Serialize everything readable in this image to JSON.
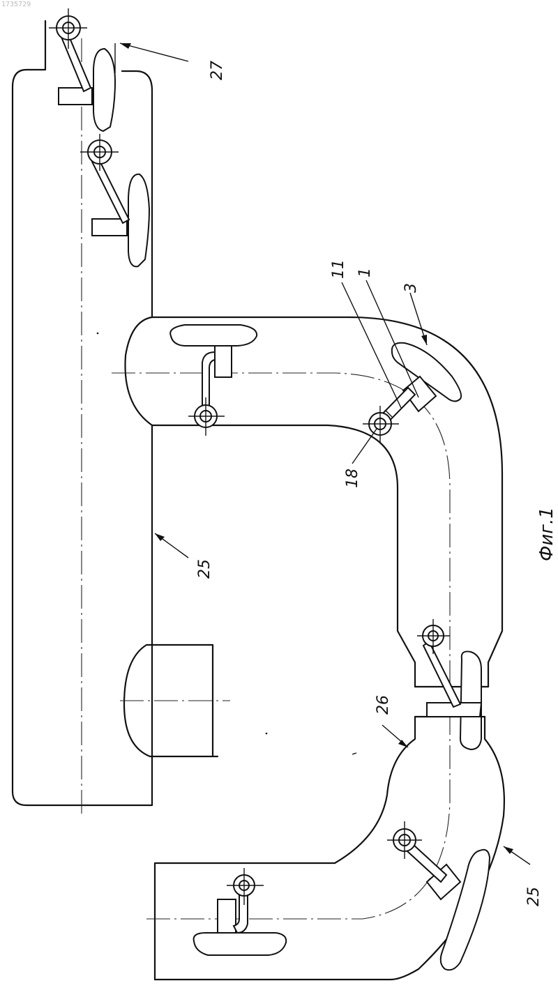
{
  "doc_number": "1735729",
  "labels": {
    "l27": "27",
    "l25a": "25",
    "l25b": "25",
    "l26": "26",
    "l18": "18",
    "l11": "11",
    "l1": "1",
    "l3": "3"
  },
  "figure_caption": "Фиг.1",
  "colors": {
    "ink": "#111111",
    "paper": "#ffffff"
  }
}
